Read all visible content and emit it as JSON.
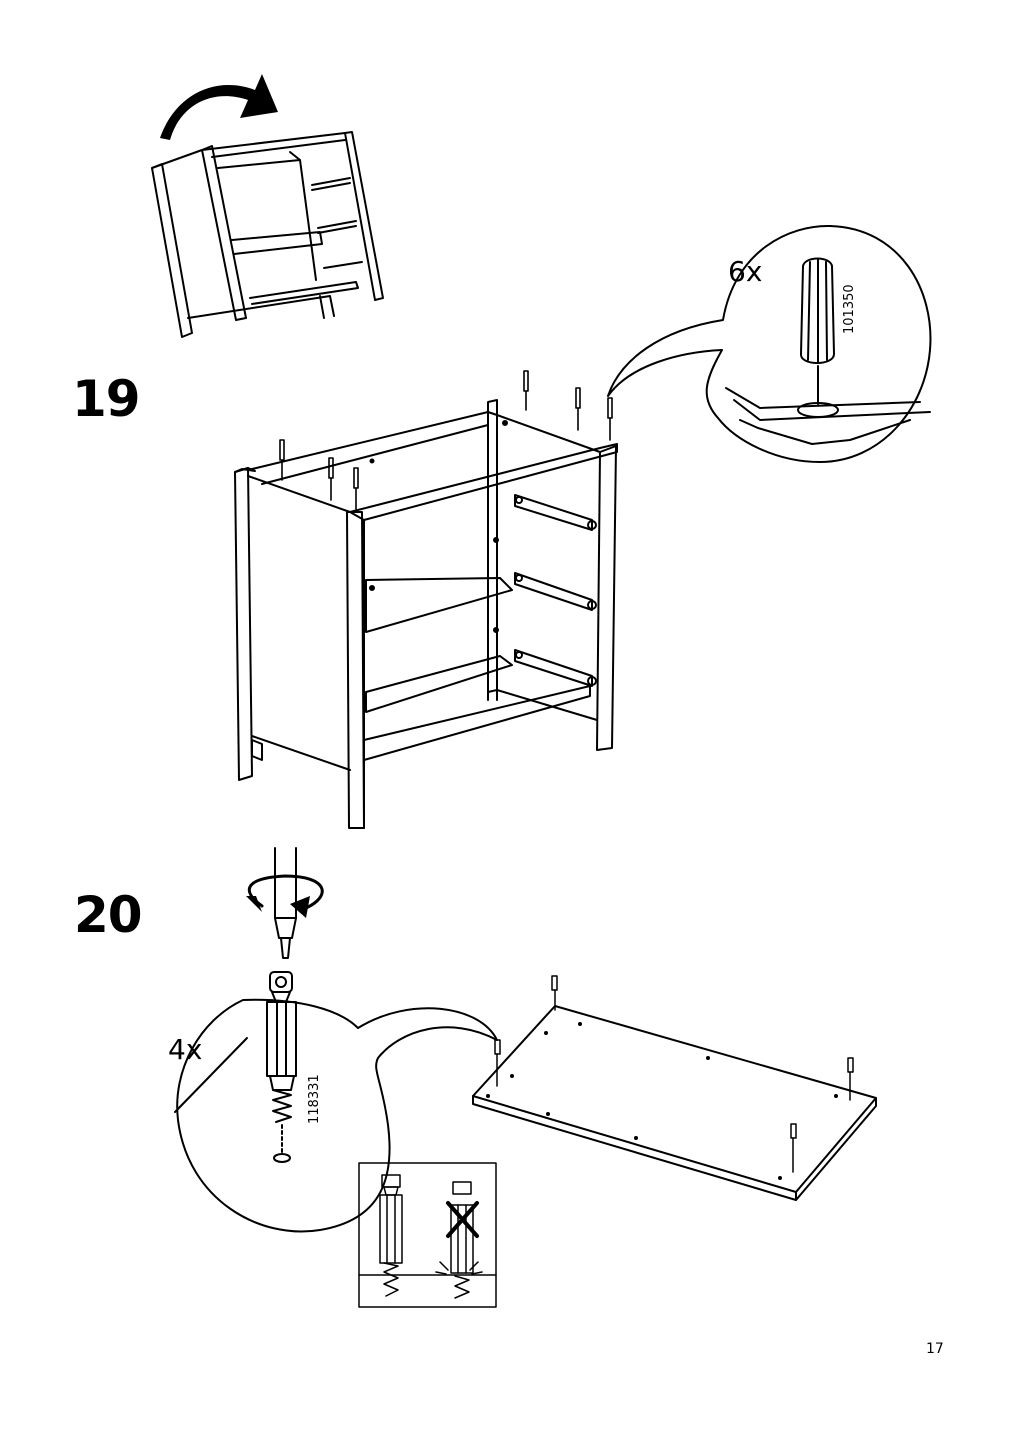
{
  "steps": [
    {
      "number": "19",
      "quantity": "6x",
      "part_number": "101350"
    },
    {
      "number": "20",
      "quantity": "4x",
      "part_number": "118331"
    }
  ],
  "page": {
    "number": "17"
  },
  "icons": [
    "flip-arrow-icon",
    "screwdriver-icon",
    "rotate-arrow-icon",
    "wrong-x-icon"
  ]
}
